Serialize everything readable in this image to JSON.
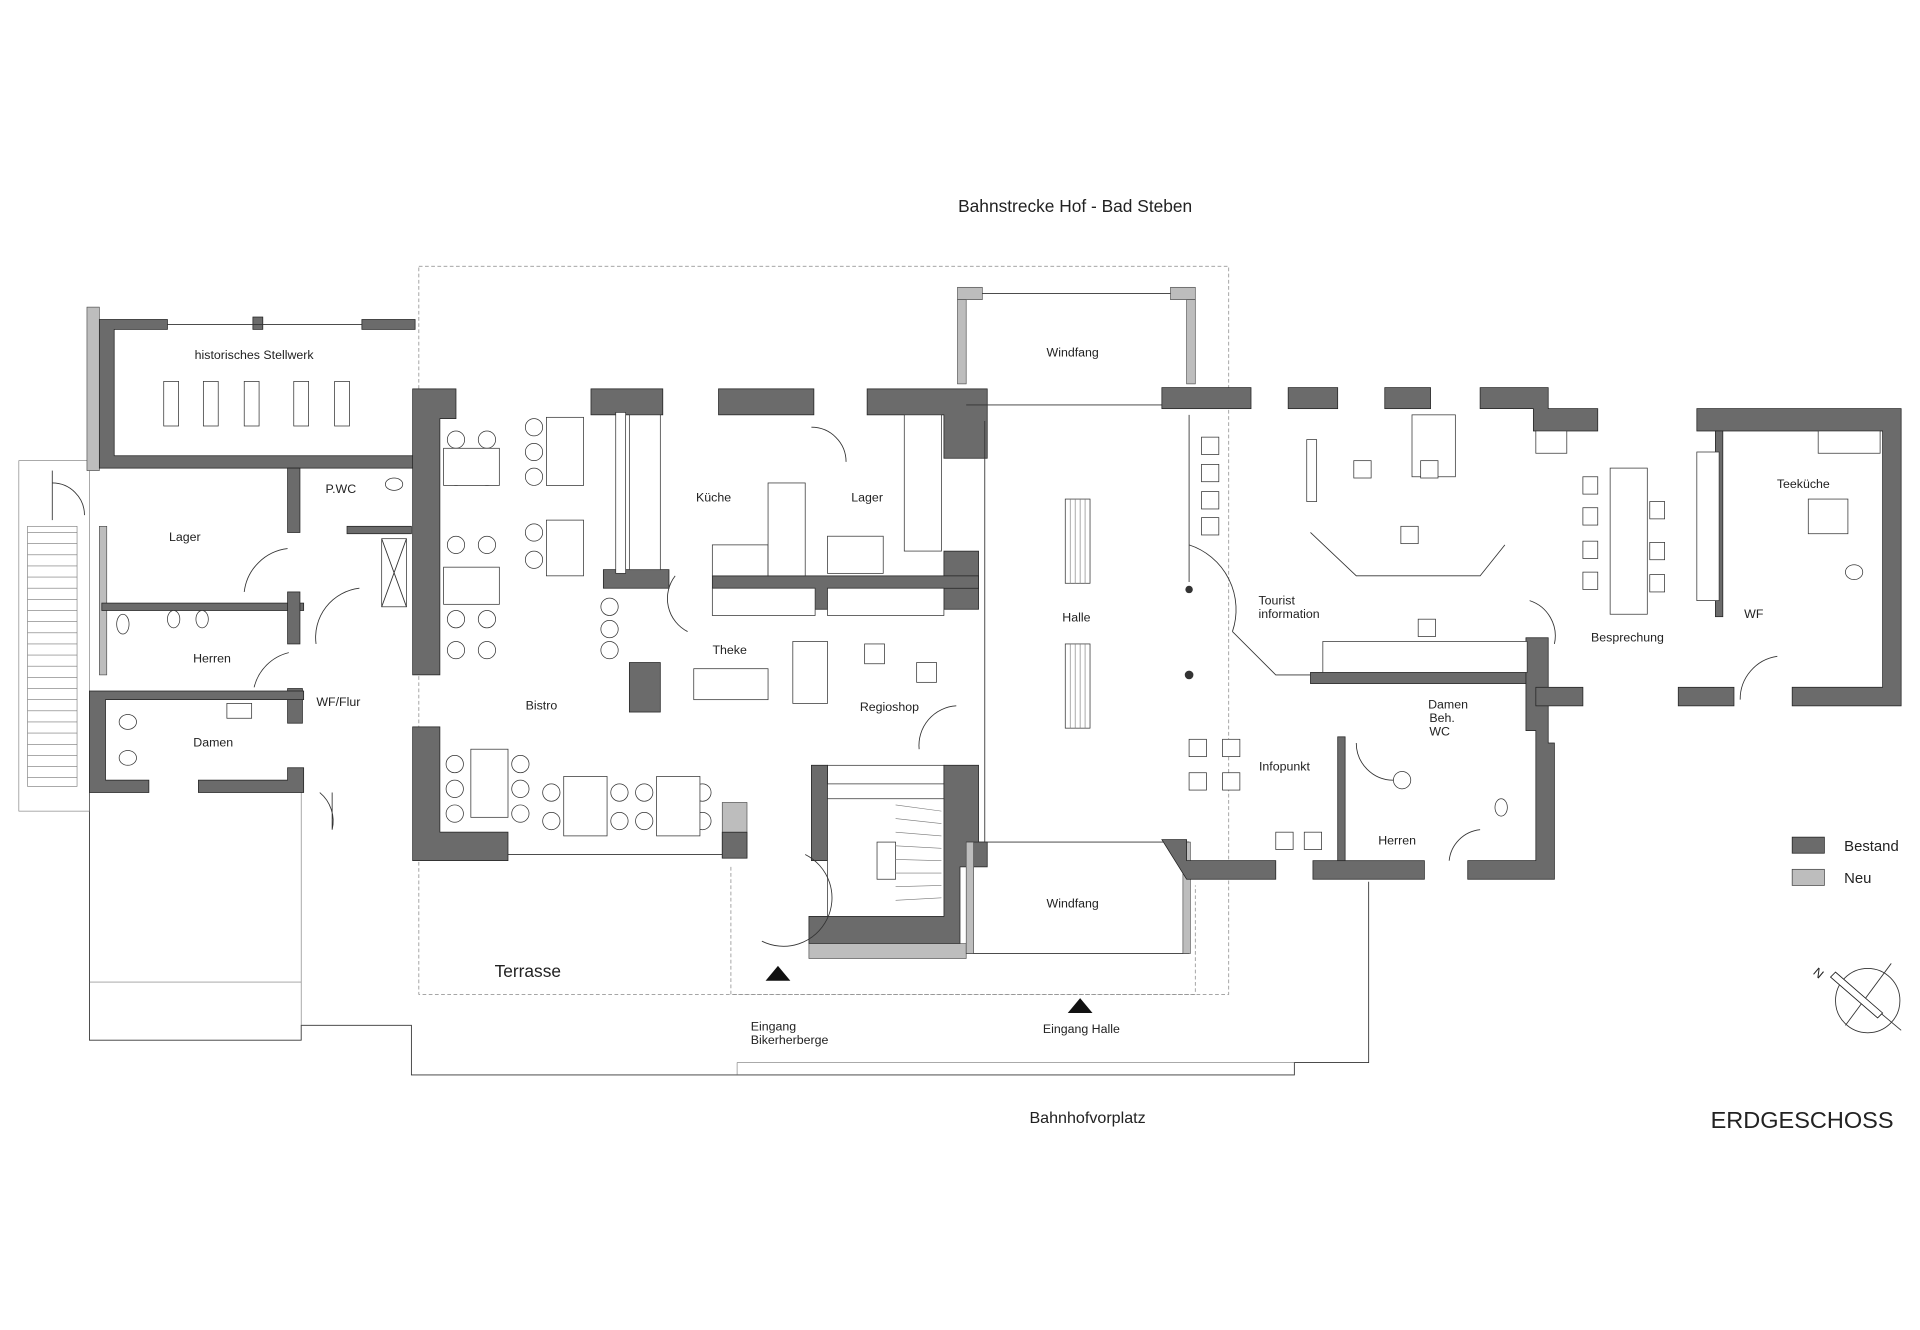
{
  "drawing": {
    "title": "Bahnstrecke Hof - Bad Steben",
    "plan_name": "ERDGESCHOSS",
    "bottom_street": "Bahnhofvorplatz"
  },
  "rooms": {
    "stellwerk": "historisches Stellwerk",
    "pwc": "P.WC",
    "lager_left": "Lager",
    "herren_left": "Herren",
    "damen_left": "Damen",
    "wf_flur": "WF/Flur",
    "kueche": "Küche",
    "lager_mid": "Lager",
    "theke": "Theke",
    "bistro": "Bistro",
    "regioshop": "Regioshop",
    "windfang_top": "Windfang",
    "halle": "Halle",
    "tourist_1": "Tourist",
    "tourist_2": "information",
    "besprechung": "Besprechung",
    "teekueche": "Teeküche",
    "wf_right": "WF",
    "damen_beh_1": "Damen",
    "damen_beh_2": "Beh.",
    "damen_beh_3": "WC",
    "infopunkt": "Infopunkt",
    "herren_right": "Herren",
    "windfang_bottom": "Windfang",
    "terrasse": "Terrasse"
  },
  "entrances": {
    "biker_1": "Eingang",
    "biker_2": "Bikerherberge",
    "halle": "Eingang Halle"
  },
  "legend": {
    "items": [
      {
        "label": "Bestand",
        "color": "#6b6b6b"
      },
      {
        "label": "Neu",
        "color": "#bdbdbd"
      }
    ]
  },
  "north_arrow": {
    "label": "N"
  }
}
